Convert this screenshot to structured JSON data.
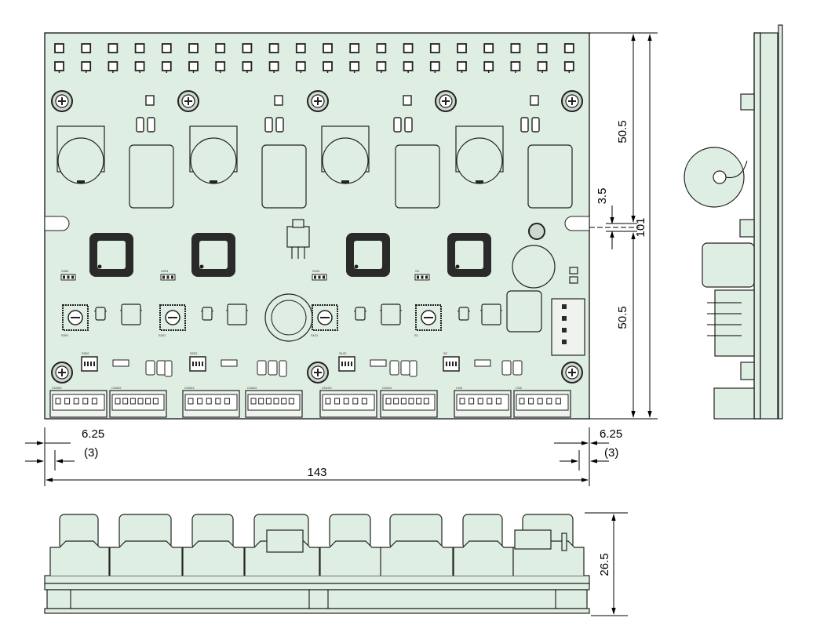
{
  "dimensions": {
    "top_half_height": "50.5",
    "bottom_half_height": "50.5",
    "total_height": "101",
    "hole_offset": "3.5",
    "left_margin": "6.25",
    "left_hole": "(3)",
    "right_margin": "6.25",
    "right_hole": "(3)",
    "total_width": "143",
    "board_depth": "26.5"
  },
  "labels": {
    "jumpers": [
      "S306",
      "S204",
      "S104",
      "S4"
    ],
    "switches": [
      "S302",
      "S202",
      "S102",
      "S2"
    ],
    "rotary_left": "S301",
    "rotary_2": "S201",
    "rotary_3": "S101",
    "rotary_4": "S1",
    "connectors": [
      "CN303",
      "CN302",
      "CN203",
      "CN202",
      "CN103",
      "CN102",
      "CN3",
      "CN2"
    ]
  },
  "colors": {
    "board": "#dfeee2",
    "outline": "#222222"
  }
}
